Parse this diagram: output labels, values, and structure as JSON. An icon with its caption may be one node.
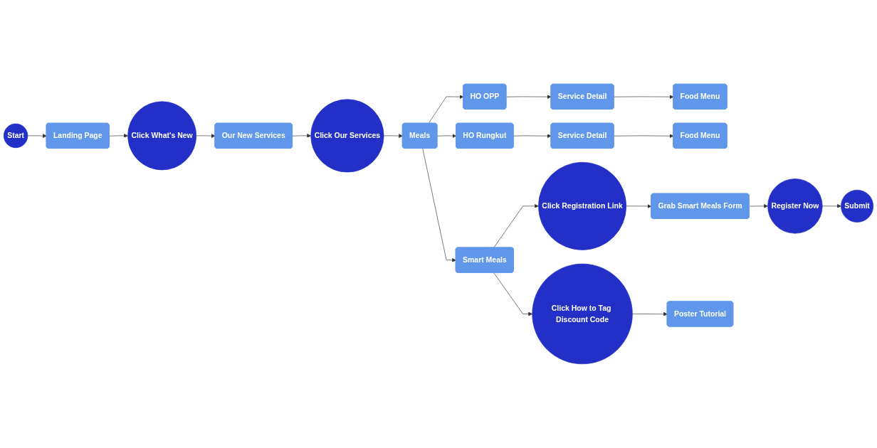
{
  "diagram": {
    "nodes": [
      {
        "text": [
          "Start"
        ]
      },
      {
        "text": [
          "Landing Page"
        ]
      },
      {
        "text": [
          "Click What's New"
        ]
      },
      {
        "text": [
          "Our New Services"
        ]
      },
      {
        "text": [
          "Click Our Services"
        ]
      },
      {
        "text": [
          "Meals"
        ]
      },
      {
        "text": [
          "HO OPP"
        ]
      },
      {
        "text": [
          "Service Detail"
        ]
      },
      {
        "text": [
          "Food Menu"
        ]
      },
      {
        "text": [
          "HO Rungkut"
        ]
      },
      {
        "text": [
          "Service Detail"
        ]
      },
      {
        "text": [
          "Food Menu"
        ]
      },
      {
        "text": [
          "Smart Meals"
        ]
      },
      {
        "text": [
          "Click Registration Link"
        ]
      },
      {
        "text": [
          "Grab Smart Meals Form"
        ]
      },
      {
        "text": [
          "Register Now"
        ]
      },
      {
        "text": [
          "Submit"
        ]
      },
      {
        "text": [
          "Click How to Tag Discount Code"
        ]
      },
      {
        "text": [
          "Poster Tutorial"
        ]
      }
    ],
    "edges": [
      {
        "from": 0,
        "to": 1,
        "arrow": "to"
      },
      {
        "from": 1,
        "to": 2,
        "arrow": "to"
      },
      {
        "from": 2,
        "to": 3,
        "arrow": "to"
      },
      {
        "from": 3,
        "to": 4,
        "arrow": "to"
      },
      {
        "from": 4,
        "to": 5,
        "arrow": "to"
      },
      {
        "from": 5,
        "to": 6,
        "arrow": "to"
      },
      {
        "from": 6,
        "to": 7,
        "arrow": "to"
      },
      {
        "from": 7,
        "to": 8,
        "arrow": "to"
      },
      {
        "from": 5,
        "to": 9,
        "arrow": "to"
      },
      {
        "from": 9,
        "to": 10,
        "arrow": "to"
      },
      {
        "from": 10,
        "to": 11,
        "arrow": "to"
      },
      {
        "from": 5,
        "to": 12,
        "arrow": "to"
      },
      {
        "from": 12,
        "to": 13,
        "arrow": "to"
      },
      {
        "from": 13,
        "to": 14,
        "arrow": "to"
      },
      {
        "from": 14,
        "to": 15,
        "arrow": "to"
      },
      {
        "from": 15,
        "to": 16,
        "arrow": "to"
      },
      {
        "from": 12,
        "to": 17,
        "arrow": "to"
      },
      {
        "from": 17,
        "to": 18,
        "arrow": "to"
      }
    ]
  }
}
